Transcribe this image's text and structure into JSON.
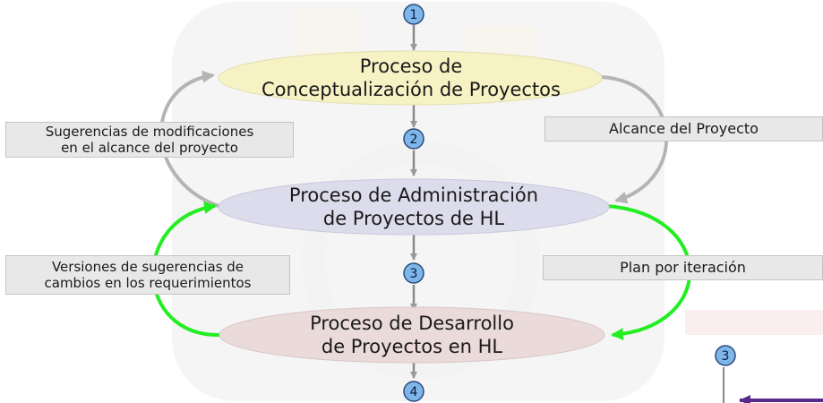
{
  "process_nodes": [
    {
      "line1": "Proceso de",
      "line2": "Conceptualización de Proyectos",
      "fill": "#f6f2c4"
    },
    {
      "line1": "Proceso de Administración",
      "line2": "de Proyectos de HL",
      "fill": "#dcdcec"
    },
    {
      "line1": "Proceso de Desarrollo",
      "line2": "de Proyectos en HL",
      "fill": "#eadada"
    }
  ],
  "step_badges": [
    "1",
    "2",
    "3",
    "4",
    "3"
  ],
  "side_labels": {
    "suggestions_scope": {
      "line1": "Sugerencias de modificaciones",
      "line2": "en el alcance del proyecto"
    },
    "project_scope": "Alcance del Proyecto",
    "requirement_versions": {
      "line1": "Versiones de sugerencias de",
      "line2": "cambios en los requerimientos"
    },
    "iteration_plan": "Plan por iteración"
  },
  "colors": {
    "gray_arrow": "#b4b4b4",
    "green_arrow": "#22ee22",
    "badge_fill": "#7fb6ea",
    "badge_stroke": "#2a4a7a",
    "purple_line": "#5a2a8a"
  }
}
